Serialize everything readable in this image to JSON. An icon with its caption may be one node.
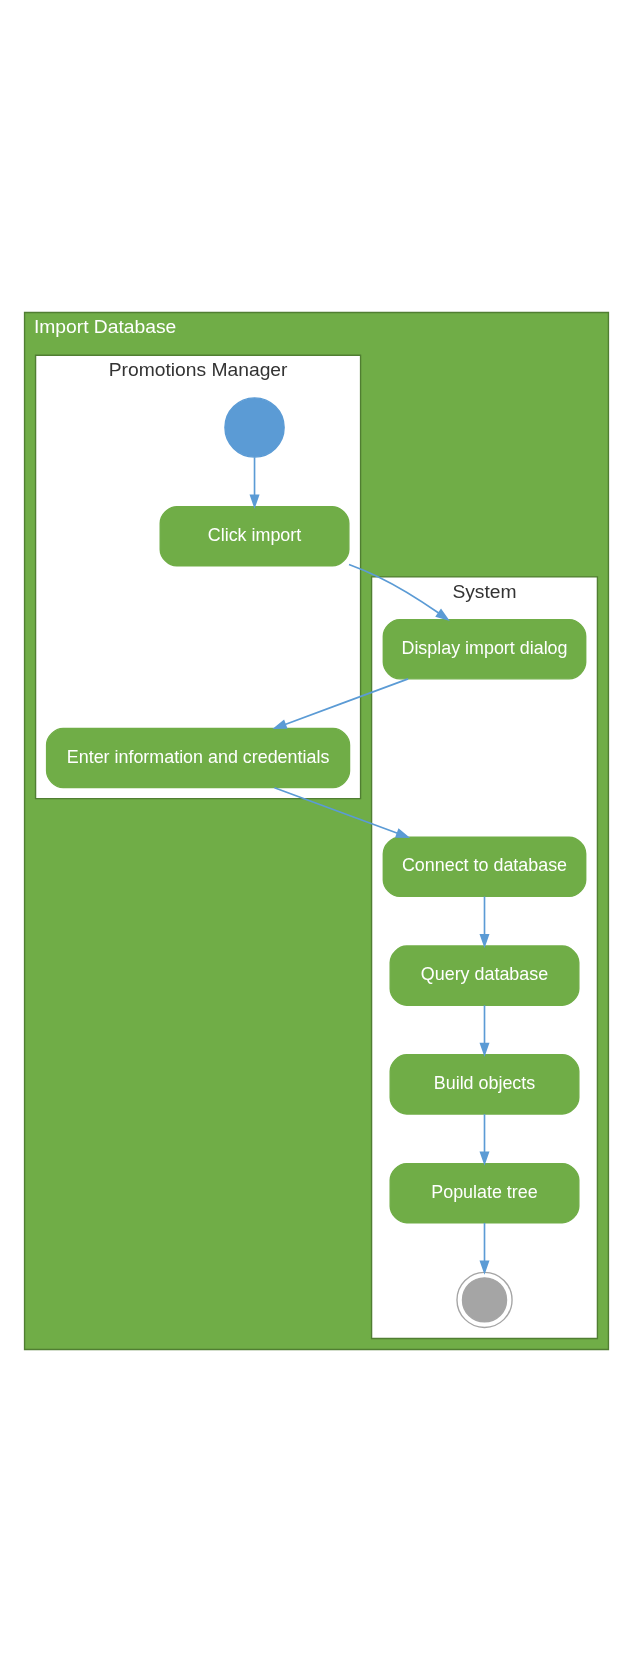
{
  "diagram": {
    "nodes": [
      {
        "text": [
          "Import Database"
        ]
      },
      {
        "text": [
          "Promotions Manager"
        ],
        "in": 0
      },
      {
        "text": [
          "System"
        ],
        "in": 0
      },
      {
        "text": [],
        "shape": "circle",
        "in": 1
      },
      {
        "text": [
          "Click import"
        ],
        "in": 1
      },
      {
        "text": [
          "Display import dialog"
        ],
        "in": 2
      },
      {
        "text": [
          "Enter information and credentials"
        ],
        "in": 1
      },
      {
        "text": [
          "Connect to database"
        ],
        "in": 2
      },
      {
        "text": [
          "Query database"
        ],
        "in": 2
      },
      {
        "text": [
          "Build objects"
        ],
        "in": 2
      },
      {
        "text": [
          "Populate tree"
        ],
        "in": 2
      },
      {
        "text": [],
        "shape": "circle",
        "in": 2
      }
    ],
    "edges": [
      {
        "from": 3,
        "to": 4,
        "arrow": "to"
      },
      {
        "from": 4,
        "to": 5,
        "arrow": "to"
      },
      {
        "from": 5,
        "to": 6,
        "arrow": "to"
      },
      {
        "from": 6,
        "to": 7,
        "arrow": "to"
      },
      {
        "from": 7,
        "to": 8,
        "arrow": "to"
      },
      {
        "from": 8,
        "to": 9,
        "arrow": "to"
      },
      {
        "from": 9,
        "to": 10,
        "arrow": "to"
      },
      {
        "from": 10,
        "to": 11,
        "arrow": "to"
      }
    ]
  }
}
